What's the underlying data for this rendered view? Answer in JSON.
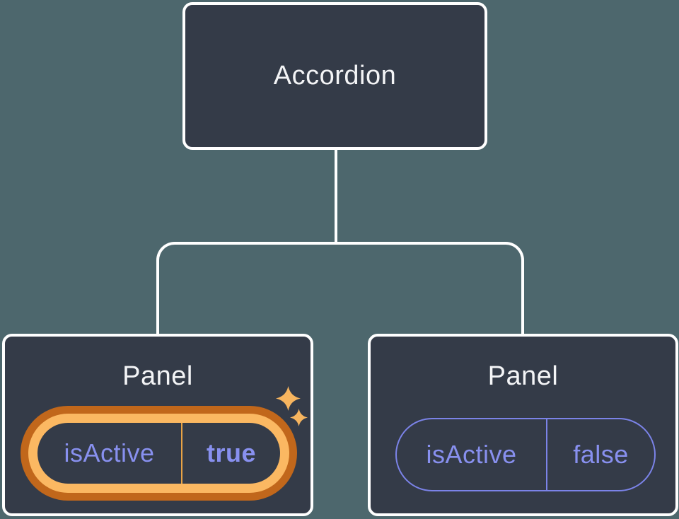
{
  "diagram": {
    "title_hint": "component tree with lifted state",
    "root": {
      "label": "Accordion"
    },
    "children": [
      {
        "label": "Panel",
        "state": {
          "key": "isActive",
          "value": "true"
        },
        "highlighted": true
      },
      {
        "label": "Panel",
        "state": {
          "key": "isActive",
          "value": "false"
        },
        "highlighted": false
      }
    ]
  },
  "icons": {
    "highlight_large": "sparkle-icon",
    "highlight_small": "sparkle-icon"
  },
  "colors": {
    "background": "#4D676D",
    "node_fill": "#343B48",
    "node_border": "#FFFFFF",
    "connector": "#FFFFFF",
    "label_text": "#F3F4F6",
    "state_text": "#8890EF",
    "state_border": "#7B83E8",
    "highlight_ring_outer": "#C1671B",
    "highlight_ring_inner": "#FBB862",
    "highlight_divider": "#E8A345",
    "sparkle": "#F7B55F"
  }
}
